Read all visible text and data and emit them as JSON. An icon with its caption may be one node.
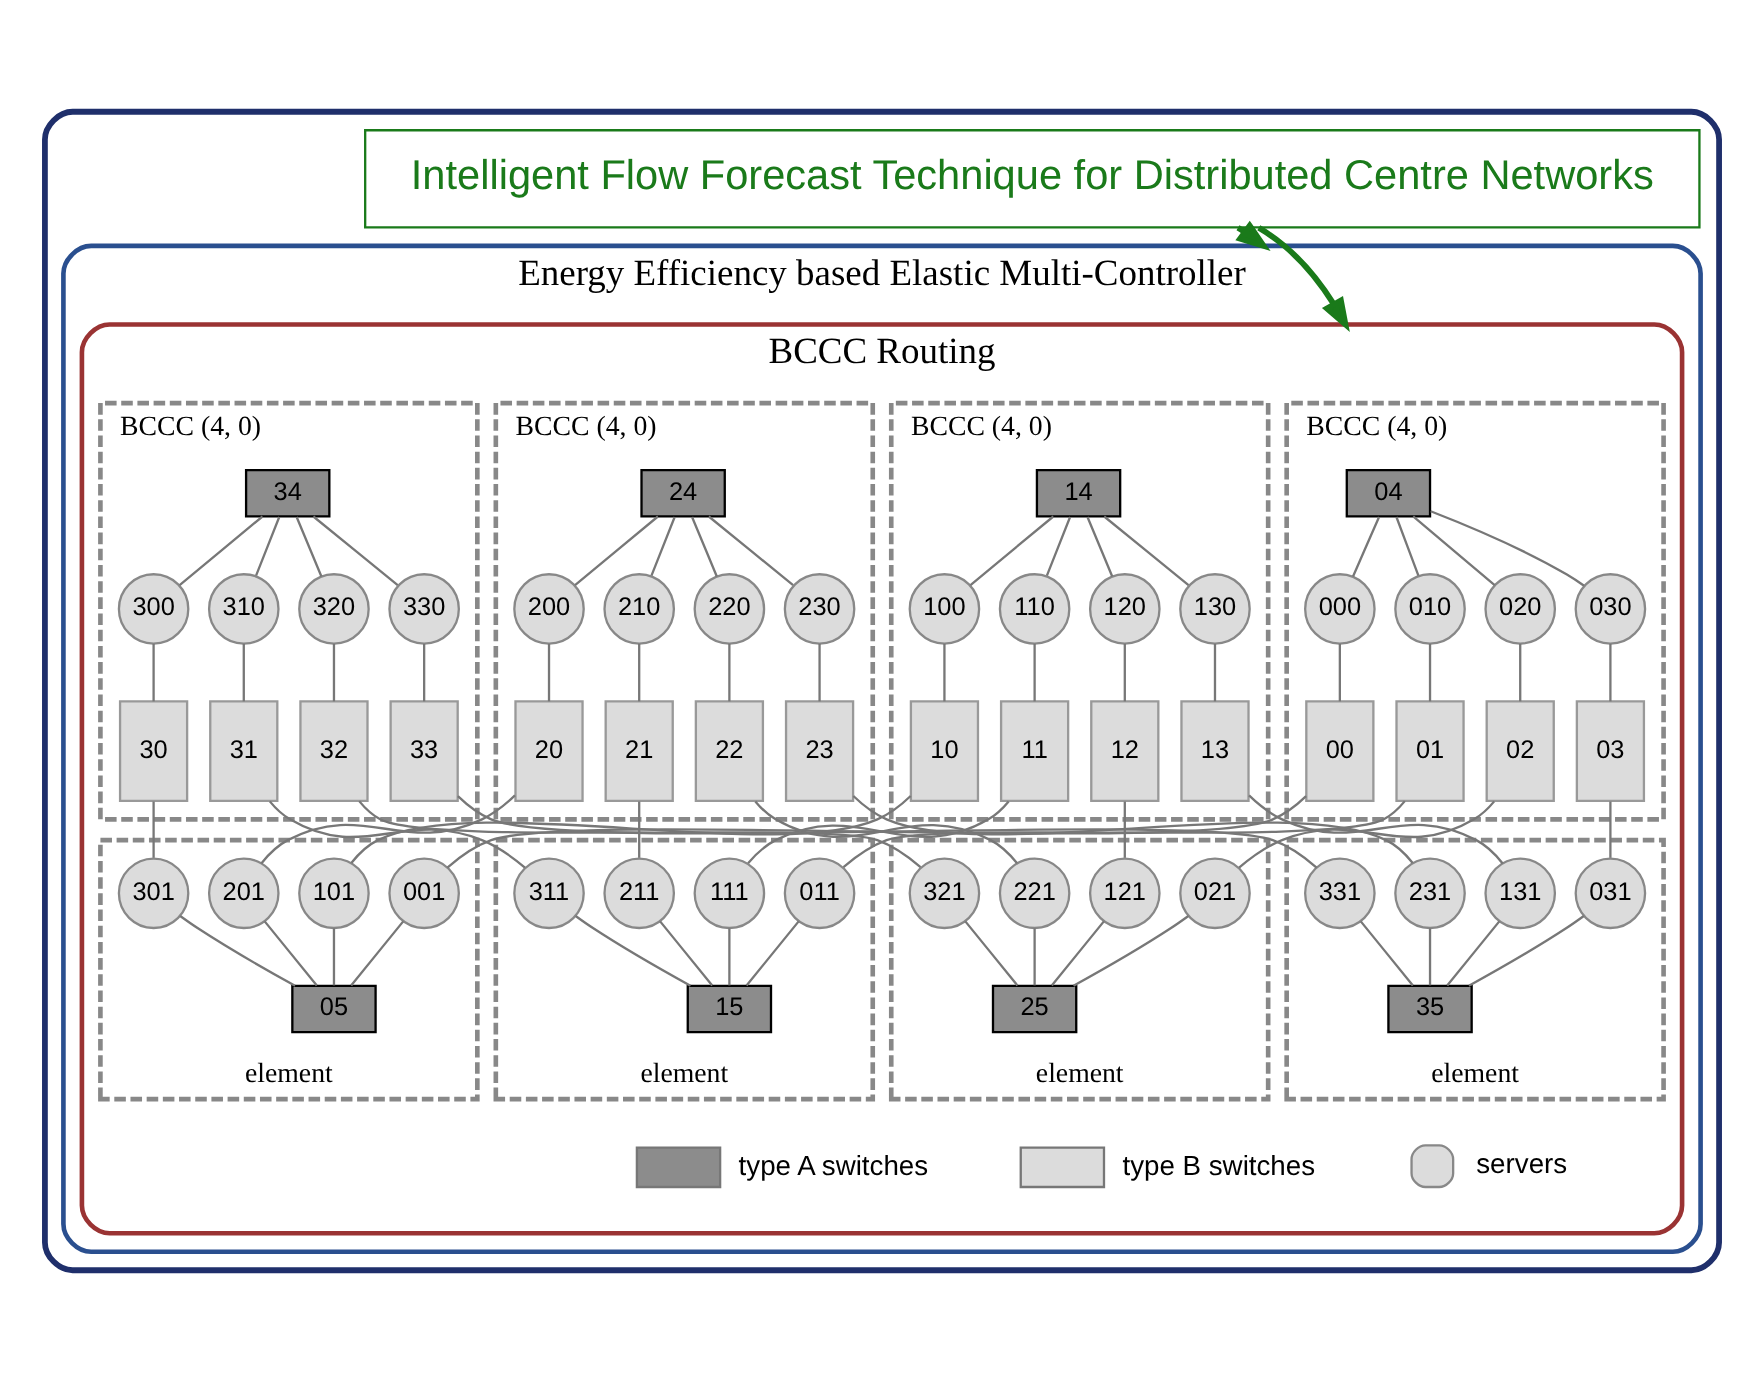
{
  "diagram": {
    "nodes": [
      {
        "text": [],
        "shape": "box"
      },
      {
        "text": [
          "Intelligent Flow Forecast Technique for Distributed Centre Networks"
        ],
        "in": 0
      },
      {
        "text": [
          "Energy Efficiency based Elastic Multi-Controller"
        ],
        "in": 0
      },
      {
        "text": [
          "BCCC Routing"
        ],
        "in": 2
      },
      {
        "text": [
          "BCCC (4, 0)"
        ],
        "in": 3
      },
      {
        "text": [
          "04"
        ],
        "in": 4
      },
      {
        "text": [
          "000"
        ],
        "in": 4
      },
      {
        "text": [
          "010"
        ],
        "in": 4
      },
      {
        "text": [
          "020"
        ],
        "in": 4
      },
      {
        "text": [
          "030"
        ],
        "in": 4
      },
      {
        "text": [
          "00"
        ],
        "in": 4
      },
      {
        "text": [
          "01"
        ],
        "in": 4
      },
      {
        "text": [
          "02"
        ],
        "in": 4
      },
      {
        "text": [
          "03"
        ],
        "in": 4
      },
      {
        "text": [
          "BCCC (4, 0)"
        ],
        "in": 3
      },
      {
        "text": [
          "14"
        ],
        "in": 14
      },
      {
        "text": [
          "100"
        ],
        "in": 14
      },
      {
        "text": [
          "110"
        ],
        "in": 14
      },
      {
        "text": [
          "120"
        ],
        "in": 14
      },
      {
        "text": [
          "130"
        ],
        "in": 14
      },
      {
        "text": [
          "10"
        ],
        "in": 14
      },
      {
        "text": [
          "11"
        ],
        "in": 14
      },
      {
        "text": [
          "12"
        ],
        "in": 14
      },
      {
        "text": [
          "13"
        ],
        "in": 14
      },
      {
        "text": [
          "BCCC (4, 0)"
        ],
        "in": 3
      },
      {
        "text": [
          "24"
        ],
        "in": 24
      },
      {
        "text": [
          "200"
        ],
        "in": 24
      },
      {
        "text": [
          "210"
        ],
        "in": 24
      },
      {
        "text": [
          "220"
        ],
        "in": 24
      },
      {
        "text": [
          "230"
        ],
        "in": 24
      },
      {
        "text": [
          "20"
        ],
        "in": 24
      },
      {
        "text": [
          "21"
        ],
        "in": 24
      },
      {
        "text": [
          "22"
        ],
        "in": 24
      },
      {
        "text": [
          "23"
        ],
        "in": 24
      },
      {
        "text": [
          "BCCC (4, 0)"
        ],
        "in": 3
      },
      {
        "text": [
          "34"
        ],
        "in": 34
      },
      {
        "text": [
          "300"
        ],
        "in": 34
      },
      {
        "text": [
          "310"
        ],
        "in": 34
      },
      {
        "text": [
          "320"
        ],
        "in": 34
      },
      {
        "text": [
          "330"
        ],
        "in": 34
      },
      {
        "text": [
          "30"
        ],
        "in": 34
      },
      {
        "text": [
          "31"
        ],
        "in": 34
      },
      {
        "text": [
          "32"
        ],
        "in": 34
      },
      {
        "text": [
          "33"
        ],
        "in": 34
      },
      {
        "text": [
          "element"
        ],
        "in": 3
      },
      {
        "text": [
          "001"
        ],
        "in": 44
      },
      {
        "text": [
          "101"
        ],
        "in": 44
      },
      {
        "text": [
          "201"
        ],
        "in": 44
      },
      {
        "text": [
          "301"
        ],
        "in": 44
      },
      {
        "text": [
          "05"
        ],
        "in": 44
      },
      {
        "text": [
          "element"
        ],
        "in": 3
      },
      {
        "text": [
          "011"
        ],
        "in": 50
      },
      {
        "text": [
          "111"
        ],
        "in": 50
      },
      {
        "text": [
          "211"
        ],
        "in": 50
      },
      {
        "text": [
          "311"
        ],
        "in": 50
      },
      {
        "text": [
          "15"
        ],
        "in": 50
      },
      {
        "text": [
          "element"
        ],
        "in": 3
      },
      {
        "text": [
          "021"
        ],
        "in": 56
      },
      {
        "text": [
          "121"
        ],
        "in": 56
      },
      {
        "text": [
          "221"
        ],
        "in": 56
      },
      {
        "text": [
          "321"
        ],
        "in": 56
      },
      {
        "text": [
          "25"
        ],
        "in": 56
      },
      {
        "text": [
          "element"
        ],
        "in": 3
      },
      {
        "text": [
          "031"
        ],
        "in": 62
      },
      {
        "text": [
          "131"
        ],
        "in": 62
      },
      {
        "text": [
          "231"
        ],
        "in": 62
      },
      {
        "text": [
          "331"
        ],
        "in": 62
      },
      {
        "text": [
          "35"
        ],
        "in": 62
      }
    ],
    "edges": [
      {
        "from": 1,
        "to": 2,
        "arrow": "to",
        "style": "thick",
        "color": "#1a7a1a"
      },
      {
        "from": 1,
        "to": 3,
        "arrow": "to",
        "style": "thick",
        "color": "#1a7a1a"
      },
      {
        "from": 5,
        "to": 6,
        "arrow": "none"
      },
      {
        "from": 5,
        "to": 7,
        "arrow": "none"
      },
      {
        "from": 5,
        "to": 8,
        "arrow": "none"
      },
      {
        "from": 5,
        "to": 9,
        "arrow": "none"
      },
      {
        "from": 6,
        "to": 10,
        "arrow": "none"
      },
      {
        "from": 7,
        "to": 11,
        "arrow": "none"
      },
      {
        "from": 8,
        "to": 12,
        "arrow": "none"
      },
      {
        "from": 9,
        "to": 13,
        "arrow": "none"
      },
      {
        "from": 10,
        "to": 45,
        "arrow": "none"
      },
      {
        "from": 11,
        "to": 51,
        "arrow": "none"
      },
      {
        "from": 12,
        "to": 57,
        "arrow": "none"
      },
      {
        "from": 13,
        "to": 63,
        "arrow": "none"
      },
      {
        "from": 15,
        "to": 16,
        "arrow": "none"
      },
      {
        "from": 15,
        "to": 17,
        "arrow": "none"
      },
      {
        "from": 15,
        "to": 18,
        "arrow": "none"
      },
      {
        "from": 15,
        "to": 19,
        "arrow": "none"
      },
      {
        "from": 16,
        "to": 20,
        "arrow": "none"
      },
      {
        "from": 17,
        "to": 21,
        "arrow": "none"
      },
      {
        "from": 18,
        "to": 22,
        "arrow": "none"
      },
      {
        "from": 19,
        "to": 23,
        "arrow": "none"
      },
      {
        "from": 20,
        "to": 46,
        "arrow": "none"
      },
      {
        "from": 21,
        "to": 52,
        "arrow": "none"
      },
      {
        "from": 22,
        "to": 58,
        "arrow": "none"
      },
      {
        "from": 23,
        "to": 64,
        "arrow": "none"
      },
      {
        "from": 25,
        "to": 26,
        "arrow": "none"
      },
      {
        "from": 25,
        "to": 27,
        "arrow": "none"
      },
      {
        "from": 25,
        "to": 28,
        "arrow": "none"
      },
      {
        "from": 25,
        "to": 29,
        "arrow": "none"
      },
      {
        "from": 26,
        "to": 30,
        "arrow": "none"
      },
      {
        "from": 27,
        "to": 31,
        "arrow": "none"
      },
      {
        "from": 28,
        "to": 32,
        "arrow": "none"
      },
      {
        "from": 29,
        "to": 33,
        "arrow": "none"
      },
      {
        "from": 30,
        "to": 47,
        "arrow": "none"
      },
      {
        "from": 31,
        "to": 53,
        "arrow": "none"
      },
      {
        "from": 32,
        "to": 59,
        "arrow": "none"
      },
      {
        "from": 33,
        "to": 65,
        "arrow": "none"
      },
      {
        "from": 35,
        "to": 36,
        "arrow": "none"
      },
      {
        "from": 35,
        "to": 37,
        "arrow": "none"
      },
      {
        "from": 35,
        "to": 38,
        "arrow": "none"
      },
      {
        "from": 35,
        "to": 39,
        "arrow": "none"
      },
      {
        "from": 36,
        "to": 40,
        "arrow": "none"
      },
      {
        "from": 37,
        "to": 41,
        "arrow": "none"
      },
      {
        "from": 38,
        "to": 42,
        "arrow": "none"
      },
      {
        "from": 39,
        "to": 43,
        "arrow": "none"
      },
      {
        "from": 40,
        "to": 48,
        "arrow": "none"
      },
      {
        "from": 41,
        "to": 54,
        "arrow": "none"
      },
      {
        "from": 42,
        "to": 60,
        "arrow": "none"
      },
      {
        "from": 43,
        "to": 66,
        "arrow": "none"
      },
      {
        "from": 45,
        "to": 49,
        "arrow": "none"
      },
      {
        "from": 46,
        "to": 49,
        "arrow": "none"
      },
      {
        "from": 47,
        "to": 49,
        "arrow": "none"
      },
      {
        "from": 48,
        "to": 49,
        "arrow": "none"
      },
      {
        "from": 51,
        "to": 55,
        "arrow": "none"
      },
      {
        "from": 52,
        "to": 55,
        "arrow": "none"
      },
      {
        "from": 53,
        "to": 55,
        "arrow": "none"
      },
      {
        "from": 54,
        "to": 55,
        "arrow": "none"
      },
      {
        "from": 57,
        "to": 61,
        "arrow": "none"
      },
      {
        "from": 58,
        "to": 61,
        "arrow": "none"
      },
      {
        "from": 59,
        "to": 61,
        "arrow": "none"
      },
      {
        "from": 60,
        "to": 61,
        "arrow": "none"
      },
      {
        "from": 63,
        "to": 67,
        "arrow": "none"
      },
      {
        "from": 64,
        "to": 67,
        "arrow": "none"
      },
      {
        "from": 65,
        "to": 67,
        "arrow": "none"
      },
      {
        "from": 66,
        "to": 67,
        "arrow": "none"
      }
    ],
    "legend": [
      {
        "text": "type A switches",
        "color": "#8c8c8c"
      },
      {
        "text": "type B switches",
        "color": "#dcdcdc"
      },
      {
        "text": "servers"
      }
    ]
  }
}
